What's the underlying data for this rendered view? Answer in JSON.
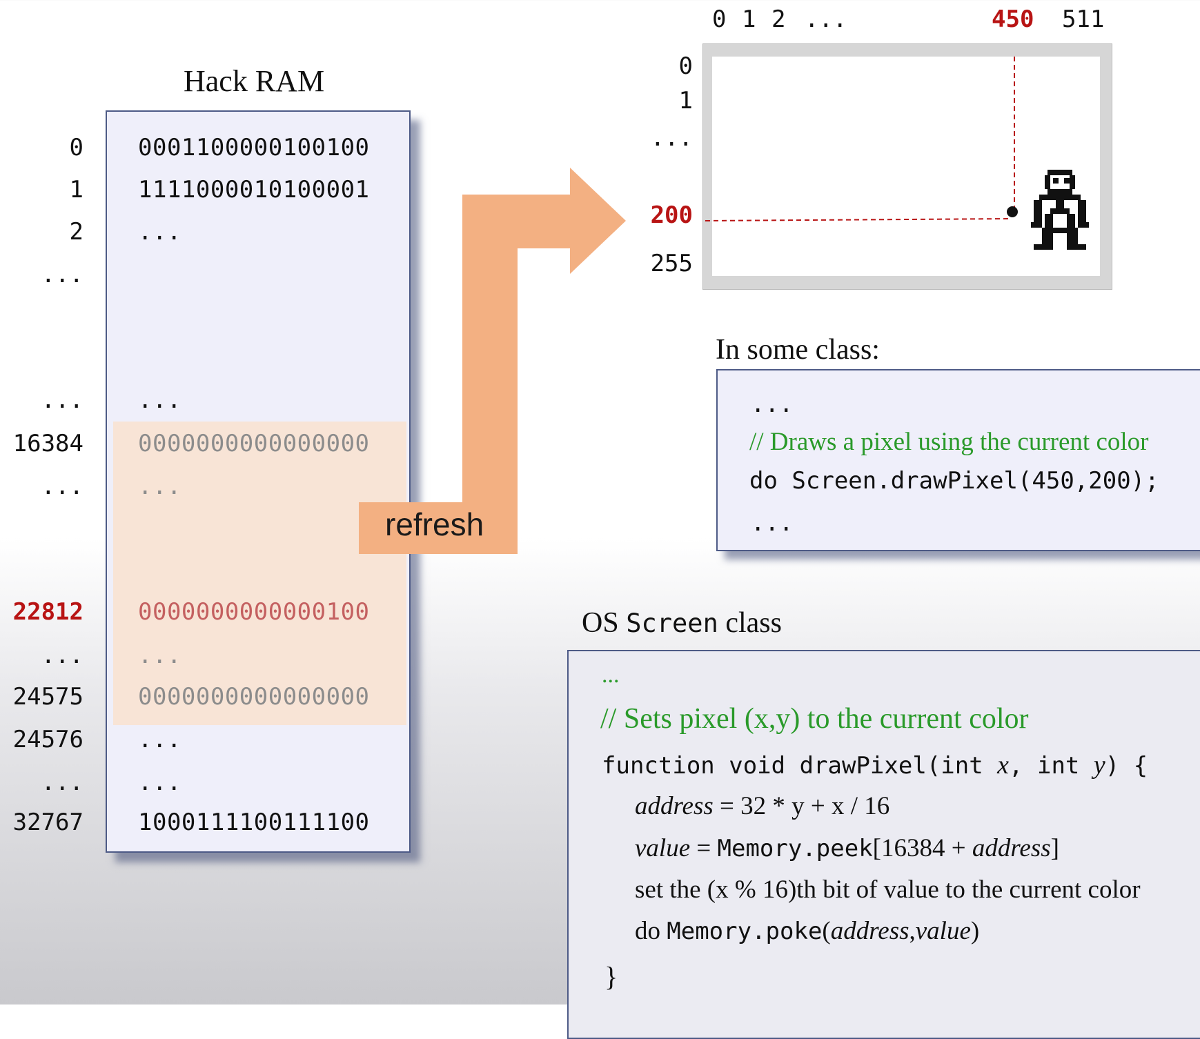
{
  "ram": {
    "title": "Hack RAM",
    "rows": [
      {
        "addr": "0",
        "value": "0001100000100100"
      },
      {
        "addr": "1",
        "value": "1111000010100001"
      },
      {
        "addr": "2",
        "value": "..."
      },
      {
        "addr": "...",
        "value": ""
      },
      {
        "addr": "...",
        "value": "..."
      },
      {
        "addr": "16384",
        "value": "0000000000000000"
      },
      {
        "addr": "...",
        "value": "..."
      },
      {
        "addr": "22812",
        "value": "0000000000000100"
      },
      {
        "addr": "...",
        "value": "..."
      },
      {
        "addr": "24575",
        "value": "0000000000000000"
      },
      {
        "addr": "24576",
        "value": "..."
      },
      {
        "addr": "...",
        "value": "..."
      },
      {
        "addr": "32767",
        "value": "1000111100111100"
      }
    ],
    "highlight_color": "#b81414",
    "screen_band_color": "#f8e4d6"
  },
  "arrow": {
    "label": "refresh",
    "color": "#f3b082"
  },
  "screen": {
    "x_ticks": [
      "0",
      "1",
      "2",
      "...",
      "450",
      "511"
    ],
    "y_ticks": [
      "0",
      "1",
      "...",
      "200",
      "255"
    ],
    "highlight_x": "450",
    "highlight_y": "200",
    "guide_color": "#b81414",
    "sprite": "pixel-character-icon"
  },
  "some_class": {
    "title": "In some class:",
    "lines": [
      "...",
      "// Draws a pixel using the current color",
      "do Screen.drawPixel(450,200);",
      "..."
    ]
  },
  "os_screen_class": {
    "title_prefix": "OS ",
    "title_mono": "Screen",
    "title_suffix": " class",
    "ellipsis": "...",
    "comment": "// Sets pixel (x,y) to the current color",
    "signature": {
      "a": "function void drawPixel(int ",
      "x": "x",
      "b": ", int ",
      "y": "y",
      "c": ") {"
    },
    "line_address": {
      "var": "address",
      "rest": " = 32 * y + x / 16"
    },
    "line_value": {
      "var": "value",
      "eq": " = ",
      "call": "Memory.peek",
      "open": "[16384 + ",
      "arg": "address",
      "close": "]"
    },
    "line_set": "set the (x % 16)th bit of value to the current color",
    "line_poke": {
      "do": "do ",
      "call": "Memory.poke",
      "open": "(",
      "a1": "address",
      "sep": ",",
      "a2": "value",
      "close": ")"
    },
    "closing_brace": "}"
  }
}
